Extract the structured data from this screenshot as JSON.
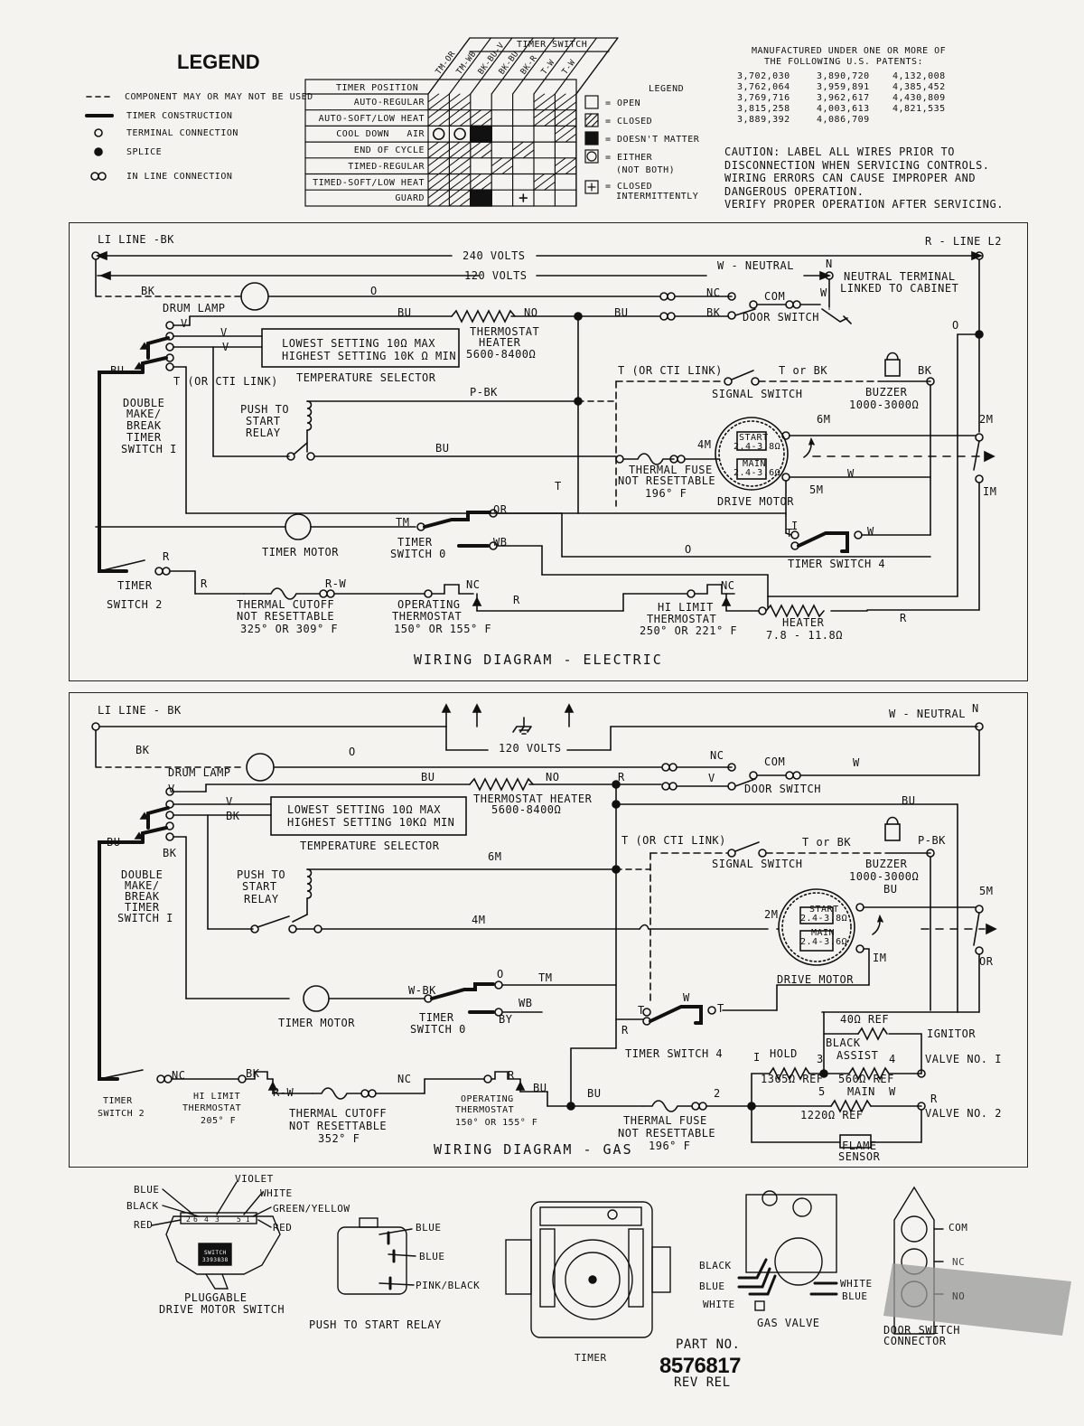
{
  "legend": {
    "title": "LEGEND",
    "items": [
      {
        "symbol": "dash-line",
        "text": "COMPONENT MAY OR MAY NOT BE USED"
      },
      {
        "symbol": "thick-line",
        "text": "TIMER CONSTRUCTION"
      },
      {
        "symbol": "open-circle",
        "text": "TERMINAL CONNECTION"
      },
      {
        "symbol": "filled-circle",
        "text": "SPLICE"
      },
      {
        "symbol": "double-circle",
        "text": "IN LINE CONNECTION"
      }
    ]
  },
  "timer_table": {
    "title": "TIMER SWITCH",
    "header": "TIMER POSITION",
    "columns": [
      "TM-OR",
      "TM-WB",
      "BK-BU-V",
      "BK-BU",
      "BK-R",
      "T-W",
      "T-W"
    ],
    "rows": [
      "AUTO-REGULAR",
      "AUTO-SOFT/LOW HEAT",
      "COOL DOWN   AIR",
      "END OF CYCLE",
      "TIMED-REGULAR",
      "TIMED-SOFT/LOW HEAT",
      "GUARD"
    ],
    "legend_title": "LEGEND",
    "legend": [
      "= OPEN",
      "= CLOSED",
      "= DOESN'T MATTER",
      "= EITHER",
      "(NOT BOTH)",
      "= CLOSED",
      "INTERMITTENTLY"
    ]
  },
  "patents": {
    "heading": [
      "MANUFACTURED UNDER ONE OR MORE OF",
      "THE FOLLOWING U.S. PATENTS:"
    ],
    "col1": [
      "3,702,030",
      "3,762,064",
      "3,769,716",
      "3,815,258",
      "3,889,392"
    ],
    "col2": [
      "3,890,720",
      "3,959,891",
      "3,962,617",
      "4,003,613",
      "4,086,709"
    ],
    "col3": [
      "4,132,008",
      "4,385,452",
      "4,430,809",
      "4,821,535"
    ]
  },
  "caution": [
    "CAUTION: LABEL ALL WIRES PRIOR TO",
    "DISCONNECTION WHEN SERVICING CONTROLS.",
    "WIRING ERRORS CAN CAUSE IMPROPER AND",
    "DANGEROUS OPERATION.",
    "VERIFY PROPER OPERATION AFTER SERVICING."
  ],
  "electric": {
    "title": "WIRING DIAGRAM - ELECTRIC",
    "l1": "LI LINE -BK",
    "l2": "R - LINE L2",
    "v240": "240 VOLTS",
    "v120": "120 VOLTS",
    "neutral": "W - NEUTRAL",
    "n": "N",
    "neutral_terminal": [
      "NEUTRAL TERMINAL",
      "LINKED TO CABINET"
    ],
    "drum_lamp": "DRUM LAMP",
    "door_switch": "DOOR SWITCH",
    "temp_selector": {
      "line1": "LOWEST SETTING  10Ω MAX",
      "line2": "HIGHEST SETTING  10K Ω MIN",
      "label": "TEMPERATURE SELECTOR"
    },
    "thermostat_heater": [
      "THERMOSTAT",
      "HEATER",
      "5600-8400Ω"
    ],
    "double_make": [
      "DOUBLE",
      "MAKE/",
      "BREAK",
      "TIMER",
      "SWITCH I"
    ],
    "push_start": [
      "PUSH TO",
      "START",
      "RELAY"
    ],
    "signal_switch": "SIGNAL SWITCH",
    "t_cti": "T (OR CTI LINK)",
    "t_or_bk": "T or BK",
    "buzzer": [
      "BUZZER",
      "1000-3000Ω"
    ],
    "thermal_fuse": [
      "THERMAL FUSE",
      "NOT RESETTABLE",
      "196° F"
    ],
    "drive_motor": "DRIVE MOTOR",
    "motor_start": [
      "START",
      "2.4-3.8Ω"
    ],
    "motor_main": [
      "MAIN",
      "2.4-3.6Ω"
    ],
    "timer_motor": "TIMER MOTOR",
    "timer_switch_0": [
      "TIMER",
      "SWITCH 0"
    ],
    "timer_switch_4": "TIMER SWITCH 4",
    "timer_switch_2": [
      "TIMER",
      "SWITCH 2"
    ],
    "thermal_cutoff": [
      "THERMAL CUTOFF",
      "NOT RESETTABLE",
      "325° OR 309° F"
    ],
    "operating_thermostat": [
      "OPERATING",
      "THERMOSTAT",
      "150° OR 155° F"
    ],
    "hi_limit": [
      "HI LIMIT",
      "THERMOSTAT",
      "250° OR 221° F"
    ],
    "heater": [
      "HEATER",
      "7.8 - 11.8Ω"
    ],
    "wire_labels": [
      "BK",
      "O",
      "NC",
      "COM",
      "W",
      "V",
      "V",
      "BU",
      "NO",
      "V",
      "BU",
      "BK",
      "BU",
      "T (OR CTI LINK)",
      "BK",
      "P-BK",
      "6M",
      "BU",
      "4M",
      "2M",
      "W",
      "5M",
      "IM",
      "T",
      "I",
      "T",
      "W",
      "TM",
      "OR",
      "WB",
      "O",
      "R",
      "R",
      "R-W",
      "NC",
      "R",
      "NC",
      "R",
      "O"
    ]
  },
  "gas": {
    "title": "WIRING DIAGRAM - GAS",
    "l1": "LI LINE - BK",
    "neutral": "W - NEUTRAL",
    "n": "N",
    "v120": "120 VOLTS",
    "drum_lamp": "DRUM LAMP",
    "door_switch": "DOOR SWITCH",
    "temp_selector": {
      "line1": "LOWEST SETTING  10Ω MAX",
      "line2": "HIGHEST SETTING 10KΩ MIN",
      "label": "TEMPERATURE SELECTOR"
    },
    "thermostat_heater": [
      "THERMOSTAT HEATER",
      "5600-8400Ω"
    ],
    "double_make": [
      "DOUBLE",
      "MAKE/",
      "BREAK",
      "TIMER",
      "SWITCH I"
    ],
    "push_start": [
      "PUSH TO",
      "START",
      "RELAY"
    ],
    "signal_switch": "SIGNAL SWITCH",
    "t_cti": "T (OR CTI LINK)",
    "t_or_bk": "T or BK",
    "buzzer": [
      "BUZZER",
      "1000-3000Ω"
    ],
    "drive_motor": "DRIVE MOTOR",
    "motor_start": [
      "START",
      "2.4-3.8Ω"
    ],
    "motor_main": [
      "MAIN",
      "2.4-3.6Ω"
    ],
    "timer_motor": "TIMER MOTOR",
    "timer_switch_0": [
      "TIMER",
      "SWITCH 0"
    ],
    "timer_switch_4": "TIMER SWITCH 4",
    "timer_switch_2": [
      "TIMER",
      "SWITCH 2"
    ],
    "hi_limit": [
      "HI LIMIT",
      "THERMOSTAT",
      "205° F"
    ],
    "thermal_cutoff": [
      "THERMAL CUTOFF",
      "NOT RESETTABLE",
      "352° F"
    ],
    "operating_thermostat": [
      "OPERATING",
      "THERMOSTAT",
      "150° OR 155° F"
    ],
    "thermal_fuse": [
      "THERMAL FUSE",
      "NOT RESETTABLE",
      "196° F"
    ],
    "ignitor": "IGNITOR",
    "ref40": "40Ω REF",
    "hold": "HOLD",
    "hold_val": "1365Ω  REF",
    "black_assist": [
      "BLACK",
      "ASSIST"
    ],
    "assist_val": "560Ω  REF",
    "main": "MAIN",
    "main_val": "1220Ω  REF",
    "valve1": "VALVE NO. I",
    "valve2": "VALVE NO. 2",
    "flame_sensor": [
      "FLAME",
      "SENSOR"
    ],
    "wire_labels": [
      "BK",
      "O",
      "NC",
      "COM",
      "W",
      "V",
      "V",
      "BU",
      "NO",
      "R",
      "V",
      "BU",
      "BK",
      "BU",
      "BK",
      "P-BK",
      "6M",
      "BU",
      "4M",
      "2M",
      "5M",
      "IM",
      "OR",
      "O",
      "TM",
      "W-BK",
      "WB",
      "BY",
      "W",
      "T",
      "T",
      "R",
      "NC",
      "BK",
      "R-W",
      "NC",
      "R",
      "BU",
      "BU",
      "2",
      "I",
      "3",
      "4",
      "5",
      "W",
      "R"
    ]
  },
  "bottom": {
    "motor_switch": {
      "wires": [
        "BLUE",
        "VIOLET",
        "WHITE",
        "BLACK",
        "GREEN/YELLOW",
        "RED",
        "RED"
      ],
      "pins": [
        "2",
        "6",
        "4",
        "3",
        "5",
        "I"
      ],
      "label": [
        "PLUGGABLE",
        "DRIVE MOTOR SWITCH"
      ],
      "chip": [
        "SWITCH",
        "3393838"
      ]
    },
    "relay": {
      "wires": [
        "BLUE",
        "BLUE",
        "PINK/BLACK"
      ],
      "label": "PUSH TO START RELAY"
    },
    "timer_label": "TIMER",
    "gas_valve": {
      "wires": [
        "BLACK",
        "BLUE",
        "WHITE",
        "WHITE",
        "BLUE"
      ],
      "label": "GAS VALVE"
    },
    "door_connector": {
      "pins": [
        "COM",
        "NC",
        "NO"
      ],
      "label": [
        "DOOR SWITCH",
        "CONNECTOR"
      ]
    },
    "part": {
      "label": "PART NO.",
      "number": "8576817",
      "rev": "REV REL"
    }
  }
}
